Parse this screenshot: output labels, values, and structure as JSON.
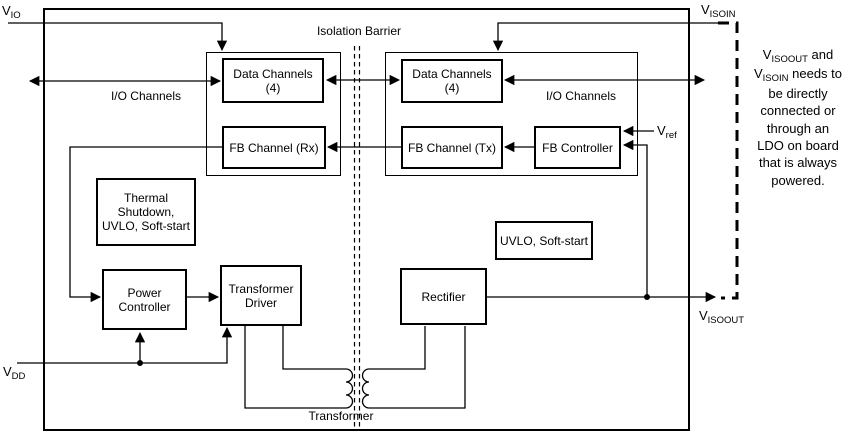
{
  "labels": {
    "vio": {
      "main": "V",
      "sub": "IO"
    },
    "vdd": {
      "main": "V",
      "sub": "DD"
    },
    "vref": {
      "main": "V",
      "sub": "ref"
    },
    "visoin": {
      "main": "V",
      "sub": "ISOIN"
    },
    "visoout": {
      "main": "V",
      "sub": "ISOOUT"
    },
    "isolation_barrier": "Isolation Barrier",
    "io_channels_left": "I/O Channels",
    "io_channels_right": "I/O Channels",
    "transformer": "Transformer"
  },
  "blocks": {
    "data_channels_left": {
      "line1": "Data Channels",
      "line2": "(4)"
    },
    "data_channels_right": {
      "line1": "Data Channels",
      "line2": "(4)"
    },
    "fb_channel_rx": {
      "line1": "FB Channel (Rx)"
    },
    "fb_channel_tx": {
      "line1": "FB Channel (Tx)"
    },
    "fb_controller": {
      "line1": "FB Controller"
    },
    "thermal_shutdown": {
      "line1": "Thermal",
      "line2": "Shutdown,",
      "line3": "UVLO, Soft-start"
    },
    "uvlo_softstart": {
      "line1": "UVLO, Soft-start"
    },
    "power_controller": {
      "line1": "Power",
      "line2": "Controller"
    },
    "transformer_driver": {
      "line1": "Transformer",
      "line2": "Driver"
    },
    "rectifier": {
      "line1": "Rectifier"
    }
  },
  "note": {
    "l1_v": "V",
    "l1_sub": "ISOOUT",
    "l1_rest": " and",
    "l2_v": "V",
    "l2_sub": "ISOIN",
    "l2_rest": " needs to",
    "l3": "be directly",
    "l4": "connected or",
    "l5": "through an",
    "l6": "LDO on board",
    "l7": "that is always",
    "l8": "powered."
  },
  "colors": {
    "line": "#000000",
    "background": "#ffffff"
  }
}
